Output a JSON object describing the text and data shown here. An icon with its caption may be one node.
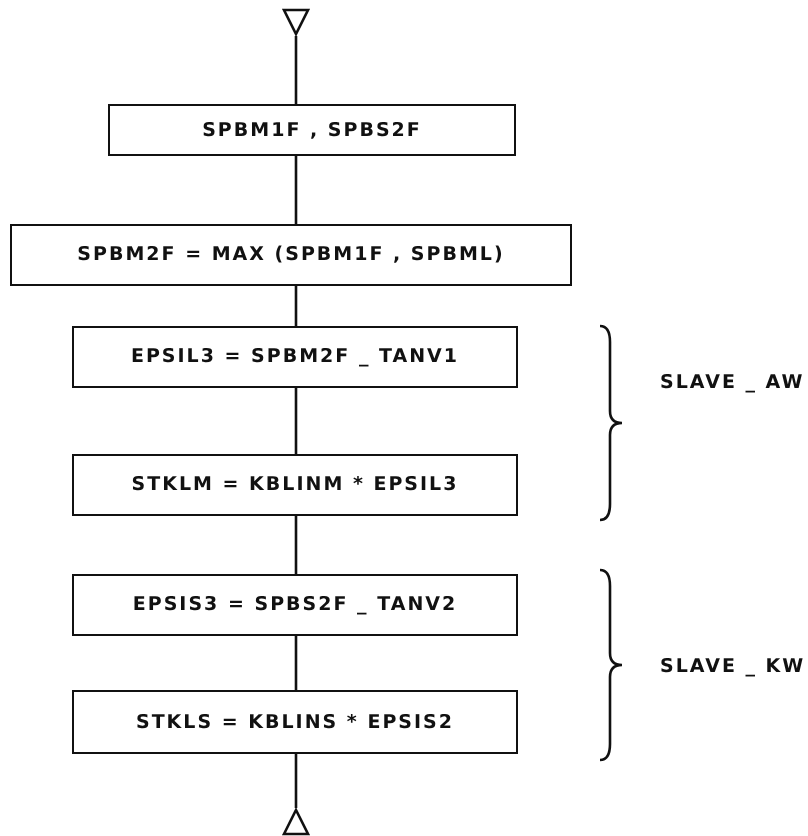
{
  "diagram": {
    "nodes": [
      {
        "text": [],
        "shape": "triangle"
      },
      {
        "text": [
          "SPBM1F , SPBS2F"
        ]
      },
      {
        "text": [
          "SPBM2F = MAX (SPBM1F , SPBML)"
        ]
      },
      {
        "text": [
          "EPSIL3 = SPBM2F _ TANV1"
        ]
      },
      {
        "text": [
          "STKLM = KBLINM * EPSIL3"
        ]
      },
      {
        "text": [
          "EPSIS3 = SPBS2F _ TANV2"
        ]
      },
      {
        "text": [
          "STKLS = KBLINS * EPSIS2"
        ]
      },
      {
        "text": [],
        "shape": "triangle"
      }
    ],
    "edges": [
      {
        "from": 0,
        "to": 1,
        "arrow": "none"
      },
      {
        "from": 1,
        "to": 2,
        "arrow": "none"
      },
      {
        "from": 2,
        "to": 3,
        "arrow": "none"
      },
      {
        "from": 3,
        "to": 4,
        "arrow": "none"
      },
      {
        "from": 4,
        "to": 5,
        "arrow": "none"
      },
      {
        "from": 5,
        "to": 6,
        "arrow": "none"
      },
      {
        "from": 6,
        "to": 7,
        "arrow": "none"
      }
    ],
    "labels": [
      "SLAVE _ AW",
      "SLAVE _ KW"
    ]
  }
}
